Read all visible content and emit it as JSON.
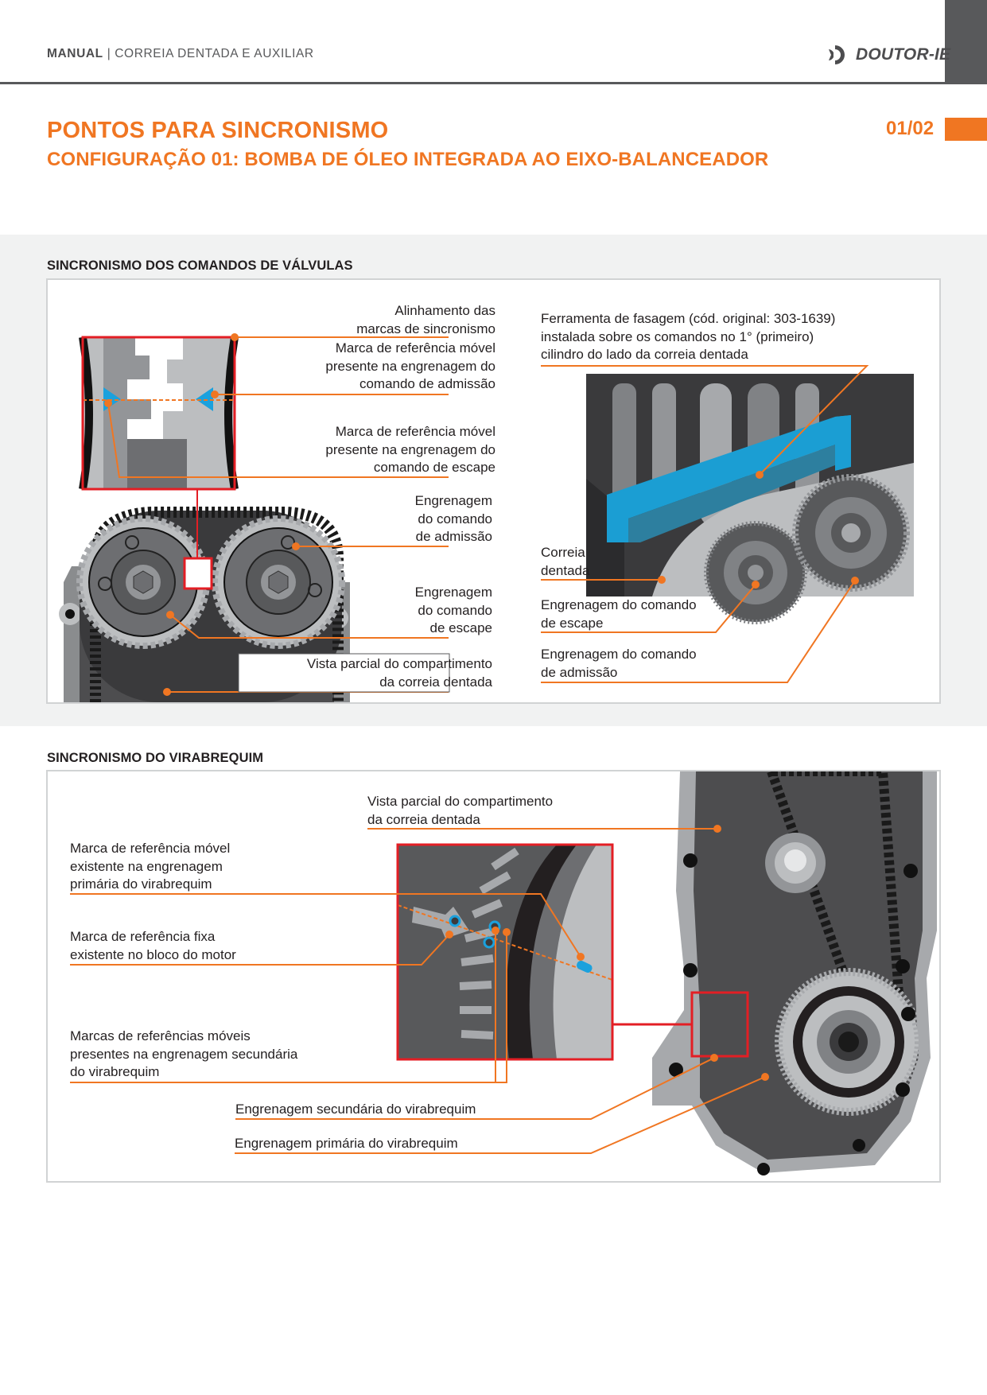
{
  "header": {
    "manual_label": "MANUAL",
    "separator": "|",
    "section_label": "CORREIA DENTADA E AUXILIAR",
    "logo_text": "DOUTOR-IE"
  },
  "page": {
    "title": "PONTOS PARA SINCRONISMO",
    "subtitle": "CONFIGURAÇÃO 01: BOMBA DE ÓLEO INTEGRADA AO EIXO-BALANCEADOR",
    "page_number": "01/02"
  },
  "colors": {
    "accent_orange": "#f07622",
    "highlight_red": "#e31e24",
    "mark_blue": "#1ba1dd",
    "dark_gray": "#58595b"
  },
  "valves_section": {
    "heading": "SINCRONISMO DOS COMANDOS DE VÁLVULAS",
    "left_labels": {
      "alignment": [
        "Alinhamento das",
        "marcas de sincronismo"
      ],
      "intake_mark": [
        "Marca de referência móvel",
        "presente na engrenagem do",
        "comando de admissão"
      ],
      "exhaust_mark": [
        "Marca de referência móvel",
        "presente na engrenagem do",
        "comando de escape"
      ],
      "intake_gear": [
        "Engrenagem",
        "do comando",
        "de admissão"
      ],
      "exhaust_gear": [
        "Engrenagem",
        "do comando",
        "de escape"
      ],
      "partial_view": [
        "Vista parcial do compartimento",
        "da correia dentada"
      ]
    },
    "right_labels": {
      "tool": [
        "Ferramenta de fasagem (cód. original: 303-1639)",
        "instalada sobre os comandos no 1° (primeiro)",
        "cilindro do lado da correia dentada"
      ],
      "belt": [
        "Correia",
        "dentada"
      ],
      "exhaust_gear": [
        "Engrenagem do comando",
        "de escape"
      ],
      "intake_gear": [
        "Engrenagem do comando",
        "de admissão"
      ]
    }
  },
  "crank_section": {
    "heading": "SINCRONISMO DO VIRABREQUIM",
    "labels": {
      "partial_view": [
        "Vista parcial do compartimento",
        "da correia dentada"
      ],
      "primary_mark": [
        "Marca de referência móvel",
        "existente na engrenagem",
        "primária do virabrequim"
      ],
      "fixed_mark": [
        "Marca de referência fixa",
        "existente no bloco do motor"
      ],
      "secondary_marks": [
        "Marcas de referências móveis",
        "presentes na engrenagem secundária",
        "do virabrequim"
      ],
      "secondary_gear": [
        "Engrenagem secundária do virabrequim"
      ],
      "primary_gear": [
        "Engrenagem primária do virabrequim"
      ]
    }
  }
}
